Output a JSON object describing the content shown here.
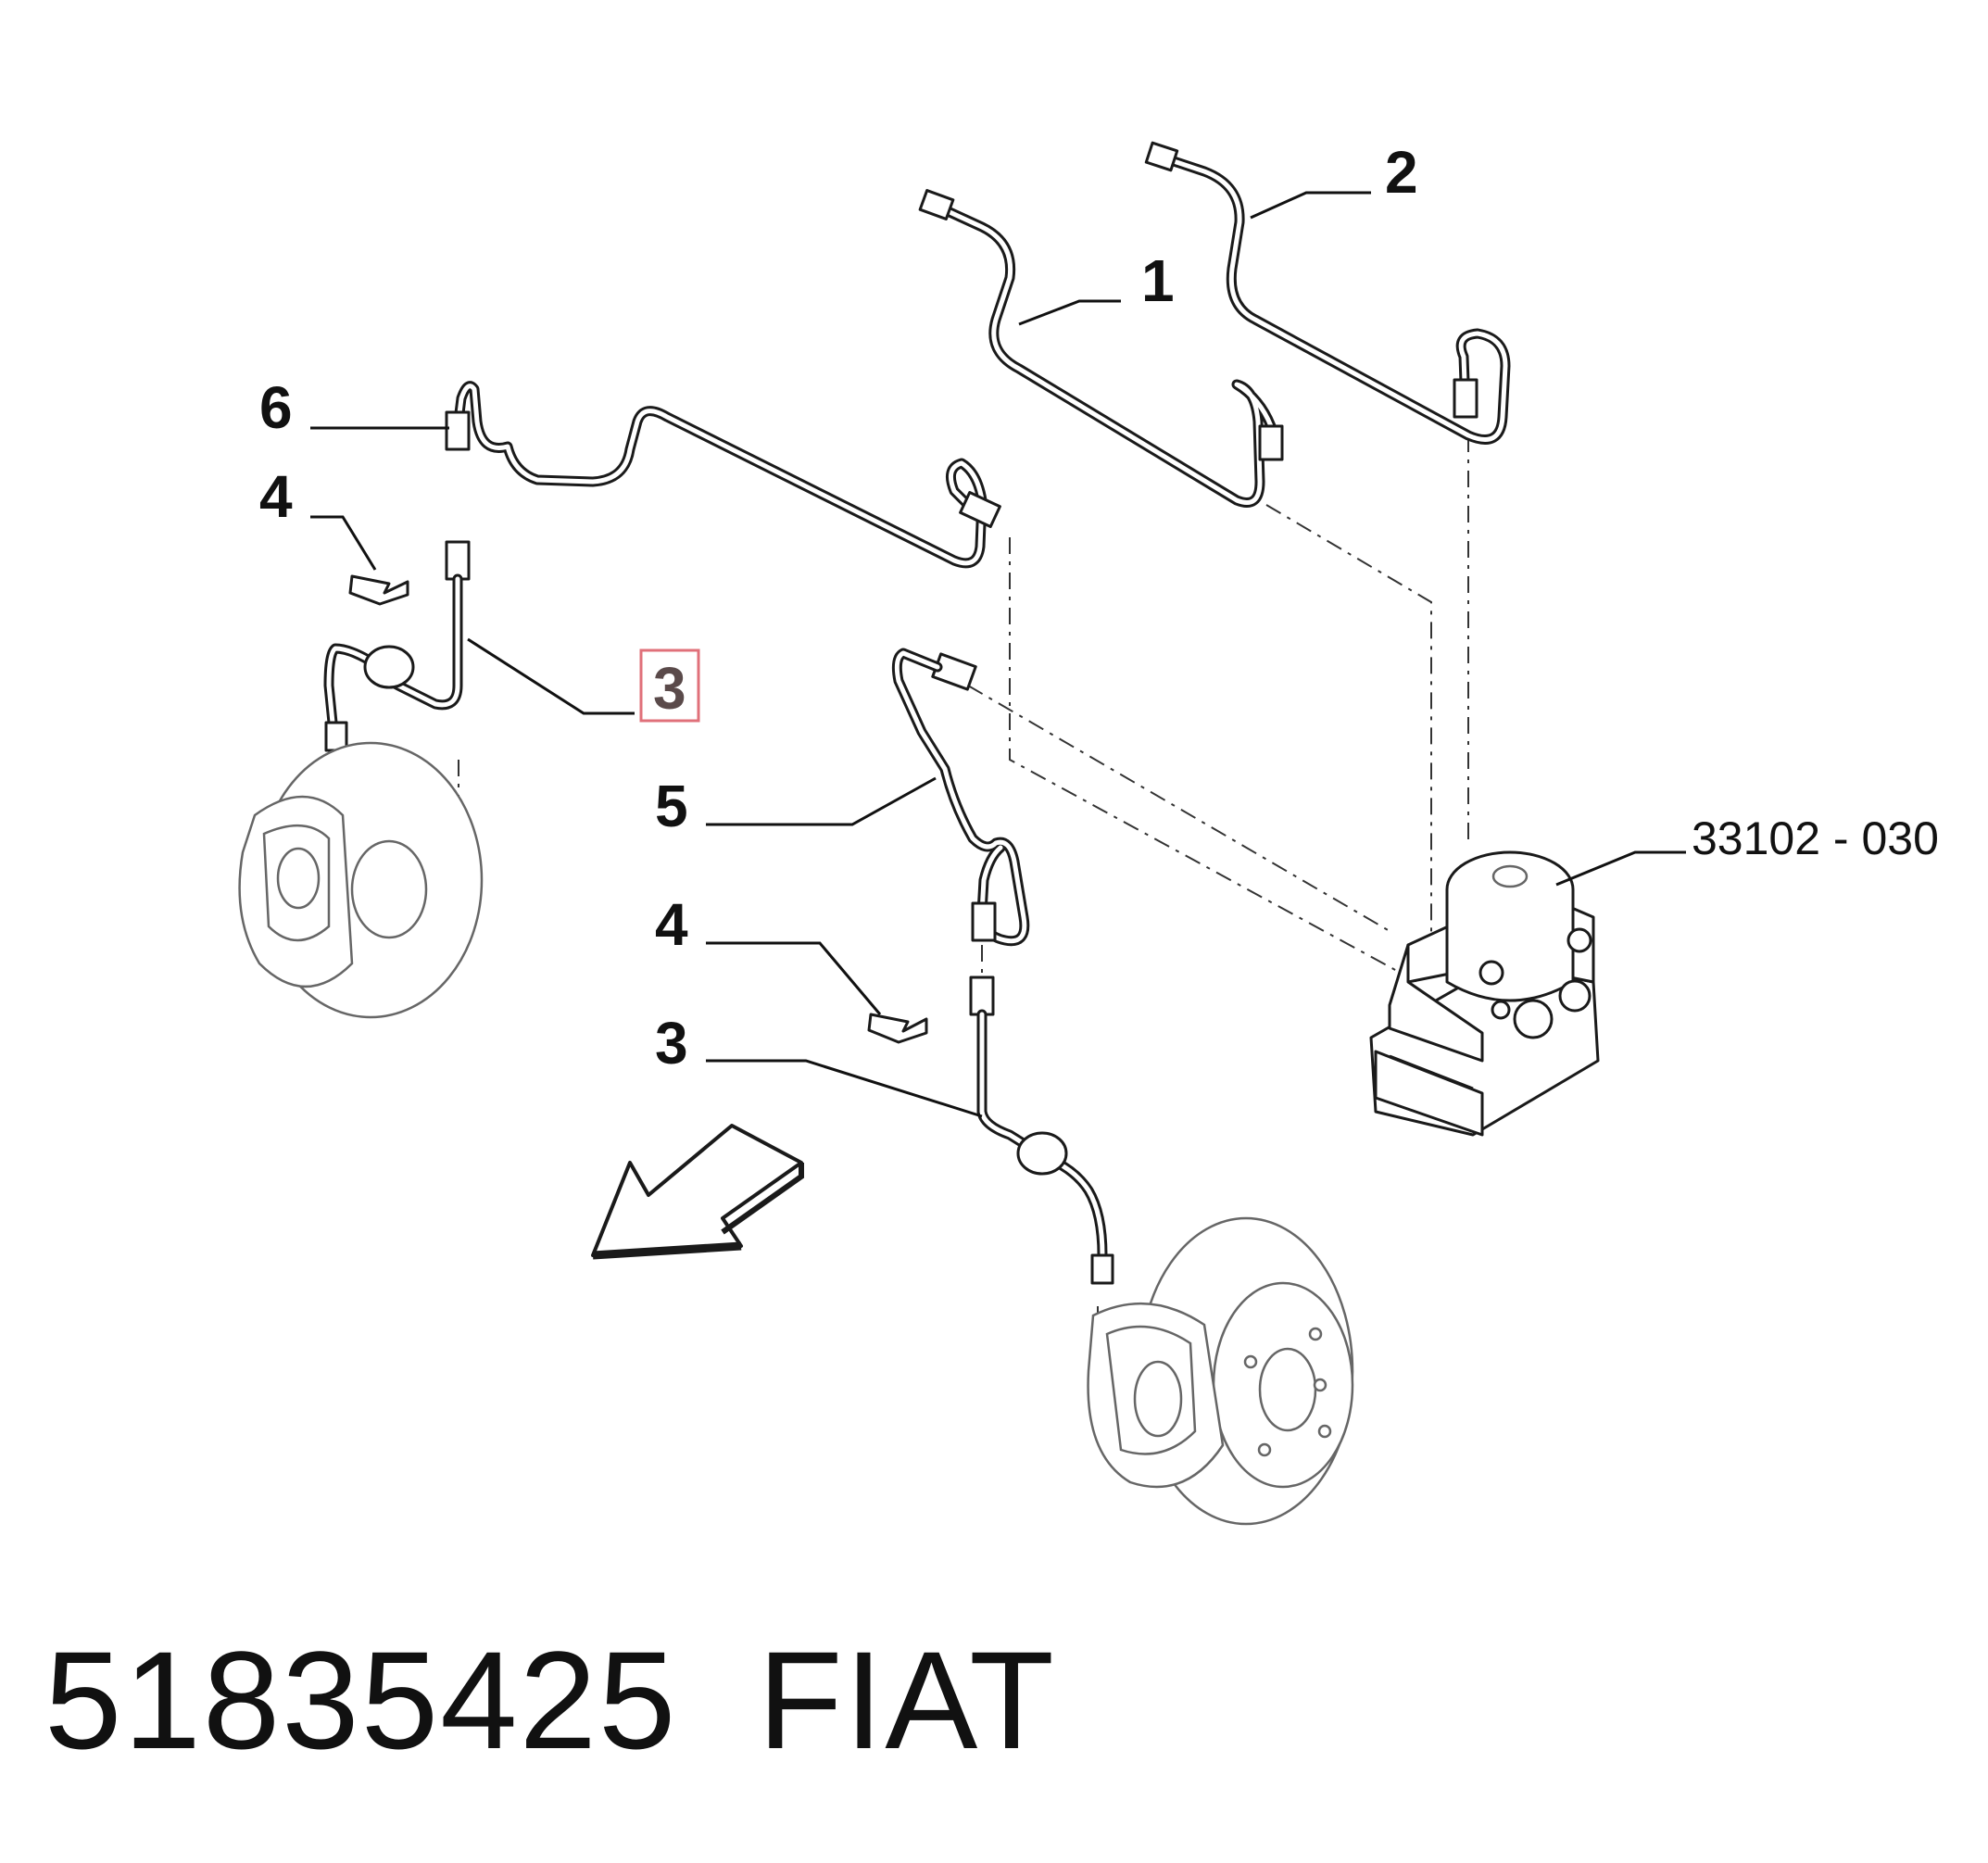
{
  "diagram": {
    "callouts": {
      "c1": "1",
      "c2": "2",
      "c6": "6",
      "c4_top": "4",
      "c3_highlight": "3",
      "c5": "5",
      "c4_bottom": "4",
      "c3_bottom": "3"
    },
    "module_ref": "33102 - 030",
    "highlight_color": "#e0707a",
    "highlight_text_color": "#5a4a4a"
  },
  "footer": {
    "part_number": "51835425",
    "brand": "FIAT"
  }
}
